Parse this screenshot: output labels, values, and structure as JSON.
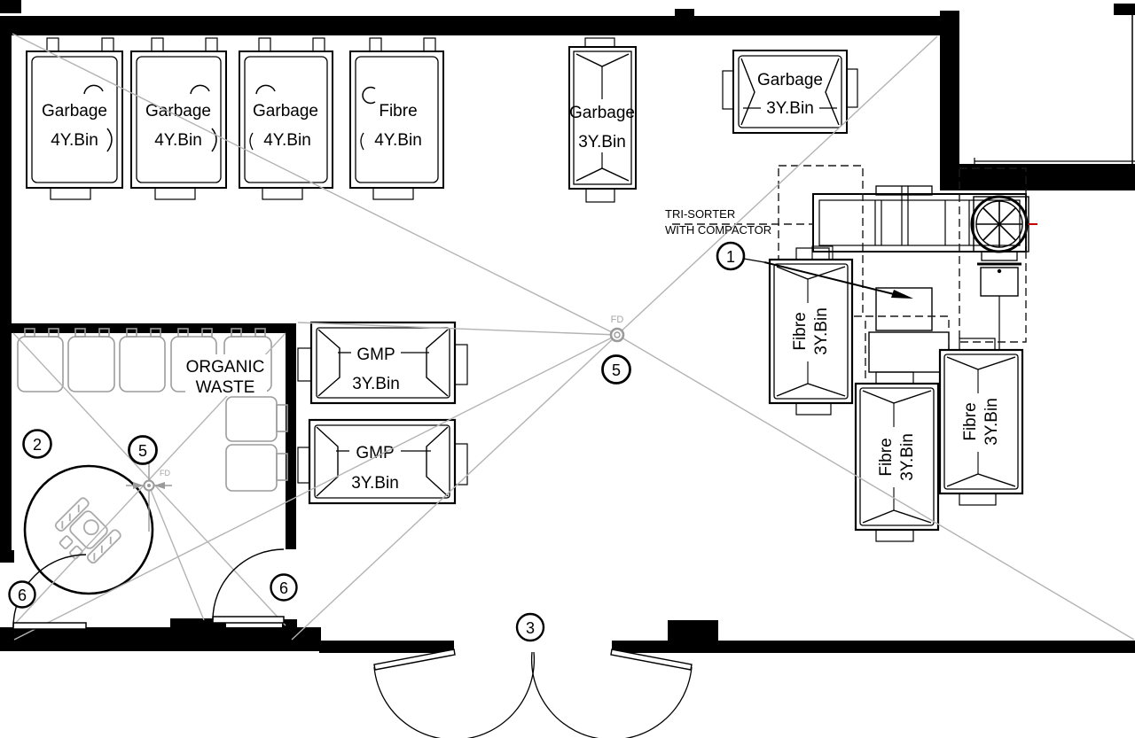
{
  "drawing": {
    "colors": {
      "wall": "#000000",
      "slope_line": "#b3b3b3",
      "equipment_gray": "#9c9c9c",
      "red_mark": "#c00000"
    },
    "bins": {
      "top_row": [
        {
          "name": "Garbage",
          "size": "4Y.Bin"
        },
        {
          "name": "Garbage",
          "size": "4Y.Bin"
        },
        {
          "name": "Garbage",
          "size": "4Y.Bin"
        },
        {
          "name": "Fibre",
          "size": "4Y.Bin"
        }
      ],
      "flap_bin": {
        "name": "Garbage",
        "size": "3Y.Bin"
      },
      "top_right_bin": {
        "name": "Garbage",
        "size": "3Y.Bin"
      },
      "gmp_bins": [
        {
          "name": "GMP",
          "size": "3Y.Bin"
        },
        {
          "name": "GMP",
          "size": "3Y.Bin"
        }
      ],
      "fibre_bins": [
        {
          "name": "Fibre",
          "size": "3Y.Bin"
        },
        {
          "name": "Fibre",
          "size": "3Y.Bin"
        },
        {
          "name": "Fibre",
          "size": "3Y.Bin"
        }
      ]
    },
    "labels": {
      "tri_sorter_line1": "TRI-SORTER",
      "tri_sorter_line2": "WITH COMPACTOR",
      "organic_line1": "ORGANIC",
      "organic_line2": "WASTE",
      "floor_drain_main": "FD",
      "floor_drain_room": "FD"
    },
    "callouts": {
      "compactor": "1",
      "organic_room": "2",
      "double_door": "3",
      "floor_drain_center": "5",
      "floor_drain_room": "5",
      "exterior_door": "6",
      "room_door": "6"
    }
  }
}
